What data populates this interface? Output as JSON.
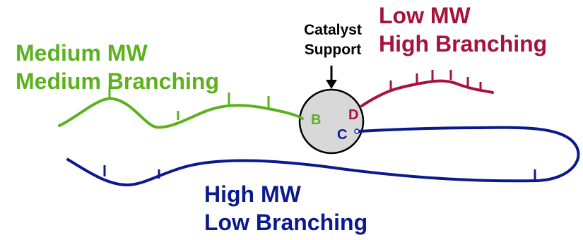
{
  "colors": {
    "medium": "#5cb21e",
    "low": "#a6123a",
    "high": "#0a1a8c",
    "support_fill": "#d8d8d8",
    "support_stroke": "#000000"
  },
  "labels": {
    "catalyst_support": [
      "Catalyst",
      "Support"
    ],
    "medium": [
      "Medium MW",
      "Medium Branching"
    ],
    "low": [
      "Low MW",
      "High Branching"
    ],
    "high": [
      "High MW",
      "Low Branching"
    ]
  },
  "points": {
    "B": "B",
    "C": "C",
    "D": "D"
  }
}
